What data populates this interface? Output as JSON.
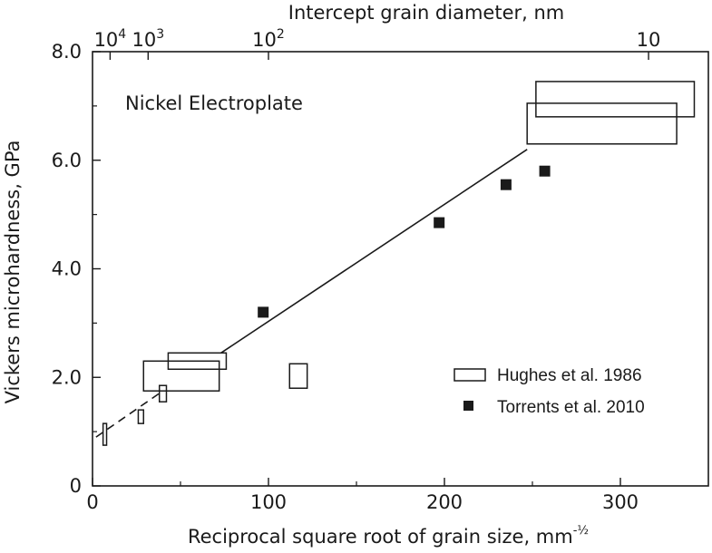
{
  "chart_data": {
    "type": "scatter",
    "title": "",
    "xlabel": "Reciprocal square root of grain size, mm",
    "xlabel_exponent": "-½",
    "ylabel": "Vickers microhardness, GPa",
    "top_axis_label": "Intercept grain diameter, nm",
    "annotation": "Nickel Electroplate",
    "xlim": [
      0,
      350
    ],
    "ylim": [
      0,
      8.0
    ],
    "x_ticks": [
      {
        "value": 0,
        "label": "0"
      },
      {
        "value": 100,
        "label": "100"
      },
      {
        "value": 200,
        "label": "200"
      },
      {
        "value": 300,
        "label": "300"
      }
    ],
    "y_ticks": [
      {
        "value": 0,
        "label": "0"
      },
      {
        "value": 2.0,
        "label": "2.0"
      },
      {
        "value": 4.0,
        "label": "4.0"
      },
      {
        "value": 6.0,
        "label": "6.0"
      },
      {
        "value": 8.0,
        "label": "8.0"
      }
    ],
    "top_ticks": [
      {
        "x": 10,
        "base": "10",
        "exp": "4"
      },
      {
        "x": 31.6,
        "base": "10",
        "exp": "3"
      },
      {
        "x": 100,
        "base": "10",
        "exp": "2"
      },
      {
        "x": 316,
        "base": "10",
        "exp": ""
      }
    ],
    "grid": false,
    "legend_position": "bottom-right",
    "legend": [
      {
        "label": "Hughes et al. 1986",
        "marker": "open-rectangle"
      },
      {
        "label": "Torrents et al. 2010",
        "marker": "filled-square"
      }
    ],
    "series": [
      {
        "name": "Hughes et al. 1986",
        "marker": "open-rectangle",
        "boxes": [
          {
            "x0": 6,
            "x1": 8,
            "y0": 0.75,
            "y1": 1.15
          },
          {
            "x0": 26,
            "x1": 29,
            "y0": 1.15,
            "y1": 1.4
          },
          {
            "x0": 38,
            "x1": 42,
            "y0": 1.55,
            "y1": 1.85
          },
          {
            "x0": 29,
            "x1": 72,
            "y0": 1.75,
            "y1": 2.3
          },
          {
            "x0": 43,
            "x1": 76,
            "y0": 2.15,
            "y1": 2.45
          },
          {
            "x0": 112,
            "x1": 122,
            "y0": 1.8,
            "y1": 2.25
          },
          {
            "x0": 247,
            "x1": 332,
            "y0": 6.3,
            "y1": 7.05
          },
          {
            "x0": 252,
            "x1": 342,
            "y0": 6.8,
            "y1": 7.45
          }
        ]
      },
      {
        "name": "Torrents et al. 2010",
        "marker": "filled-square",
        "points": [
          {
            "x": 97,
            "y": 3.2
          },
          {
            "x": 197,
            "y": 4.85
          },
          {
            "x": 235,
            "y": 5.55
          },
          {
            "x": 257,
            "y": 5.8
          }
        ]
      }
    ],
    "fit_line": {
      "segments": [
        {
          "dashed": true,
          "points": [
            [
              2,
              0.9
            ],
            [
              40,
              1.75
            ]
          ]
        },
        {
          "dashed": false,
          "points": [
            [
              73,
              2.45
            ],
            [
              247,
              6.2
            ]
          ]
        }
      ]
    }
  }
}
